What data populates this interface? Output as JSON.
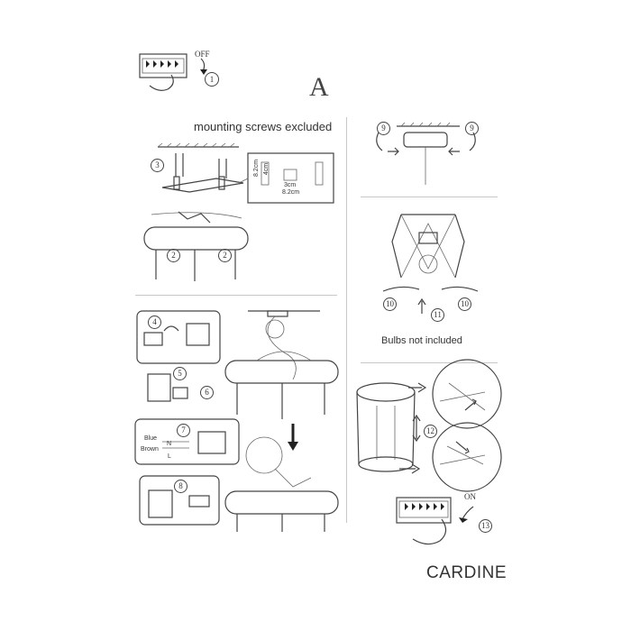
{
  "page": {
    "section_letter": "A",
    "product_name": "CARDINE"
  },
  "captions": {
    "mounting_screws": "mounting screws excluded",
    "bulbs": "Bulbs not included"
  },
  "switch_labels": {
    "off": "OFF",
    "on": "ON"
  },
  "dimensions": {
    "d1": "8.2cm",
    "d2": "4cm",
    "d3": "3cm",
    "d4": "8.2cm"
  },
  "wire_labels": {
    "blue": "Blue",
    "brown": "Brown",
    "n": "N",
    "l": "L"
  },
  "steps": [
    "1",
    "2",
    "3",
    "4",
    "5",
    "6",
    "7",
    "8",
    "9",
    "10",
    "11",
    "12",
    "13"
  ]
}
